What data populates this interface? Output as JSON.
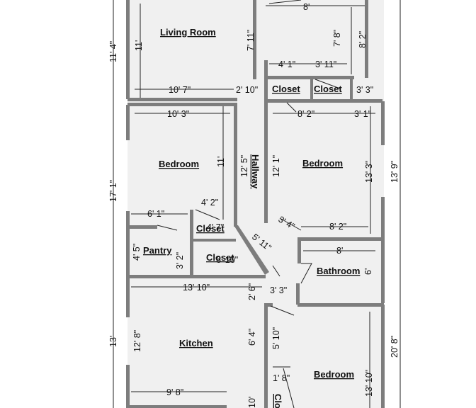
{
  "rooms": {
    "living_room": "Living Room",
    "bedroom_1": "Bedroom",
    "bedroom_2": "Bedroom",
    "bedroom_3": "Bedroom",
    "closet_1": "Closet",
    "closet_2": "Closet",
    "closet_3": "Closet",
    "closet_4": "Closet",
    "closet_5": "Clo",
    "pantry": "Pantry",
    "bathroom": "Bathroom",
    "kitchen": "Kitchen",
    "hallway": "Hallway"
  },
  "dimensions": {
    "outer_left_top": "11' 4\"",
    "outer_left_mid": "17' 1\"",
    "outer_left_bottom": "13'",
    "outer_right_top": "8' 2\"",
    "outer_right_mid": "13' 9\"",
    "outer_right_bottom": "20' 8\"",
    "lr_height": "11'",
    "lr_right": "7' 11\"",
    "lr_width": "10' 7\"",
    "hall_width": "2' 10\"",
    "top_right_width": "8'",
    "top_right_height": "7' 8\"",
    "closet_w1": "4' 1\"",
    "closet_w2": "3' 11\"",
    "closet_w3": "3' 3\"",
    "bed1_width": "10' 3\"",
    "bed1_height": "11'",
    "hall_length": "12' 5\"",
    "bed2_width": "8' 2\"",
    "bed2_side": "3' 1\"",
    "bed2_height": "12' 1\"",
    "bed2_right": "13' 3\"",
    "pantry_top": "6' 1\"",
    "closet_top": "4' 2\"",
    "closet_small": "4' 7\"",
    "pantry_height": "4' 5\"",
    "pantry_right": "3' 2\"",
    "closet_bottom": "6' 10\"",
    "diag": "5' 11\"",
    "diag_small": "3' 4\"",
    "bath_top": "8' 2\"",
    "bath_width": "8'",
    "bath_height": "6'",
    "kitchen_width": "13' 10\"",
    "kitchen_gap": "2' 6\"",
    "bath_door": "3' 3\"",
    "kitchen_height": "12' 8\"",
    "kitchen_right": "6' 4\"",
    "bed3_left": "5' 10\"",
    "bed3_height": "13' 10\"",
    "closet_bottom_w": "1' 8\"",
    "kitchen_bottom": "9' 8\"",
    "bottom_cut": "10'"
  },
  "colors": {
    "wall": "#7d7d7d",
    "floor": "#f0f0f0",
    "text": "#111111"
  }
}
